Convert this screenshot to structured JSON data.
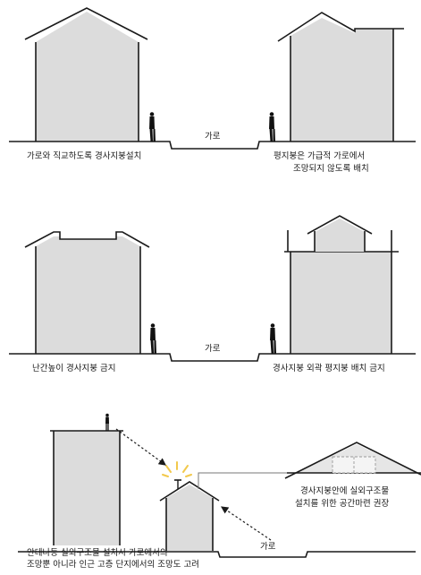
{
  "panels": [
    {
      "street": "가로",
      "left_caption": "가로와 직교하도록 경사지붕설치",
      "right_caption_1": "평지붕은 가급적 가로에서",
      "right_caption_2": "조망되지 않도록 배치"
    },
    {
      "street": "가로",
      "left_caption": "난간높이 경사지붕 금지",
      "right_caption": "경사지붕 외곽 평지붕 배치 금지"
    },
    {
      "street": "가로",
      "inset_caption_1": "경사지붕안에 실외구조물",
      "inset_caption_2": "설치를 위한 공간마련 권장",
      "bottom_caption_1": "안테나등 실외구조물 설치시 가로에서의",
      "bottom_caption_2": "조망뿐 아니라 인근 고층 단지에서의 조망도 고려"
    }
  ],
  "colors": {
    "building_fill": "#dcdcdc",
    "inset_fill": "#e6e6e6",
    "line": "#1a1a1a",
    "antenna_glow": "#f2c94c"
  }
}
